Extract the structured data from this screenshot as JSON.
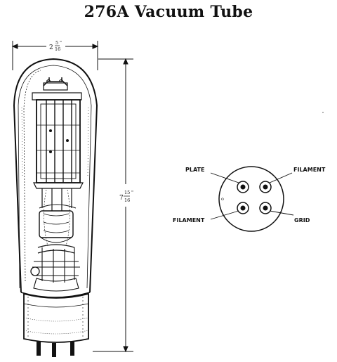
{
  "title": "276A Vacuum Tube",
  "dimensions": {
    "width": {
      "whole": "2",
      "numerator": "5",
      "denominator": "16",
      "unit": "\""
    },
    "height": {
      "whole": "7",
      "numerator": "15",
      "denominator": "16",
      "unit": "\""
    }
  },
  "base_pinout": {
    "key_mark": "o",
    "pins": [
      {
        "label": "PLATE"
      },
      {
        "label": "FILAMENT"
      },
      {
        "label": "FILAMENT"
      },
      {
        "label": "GRID"
      }
    ]
  }
}
